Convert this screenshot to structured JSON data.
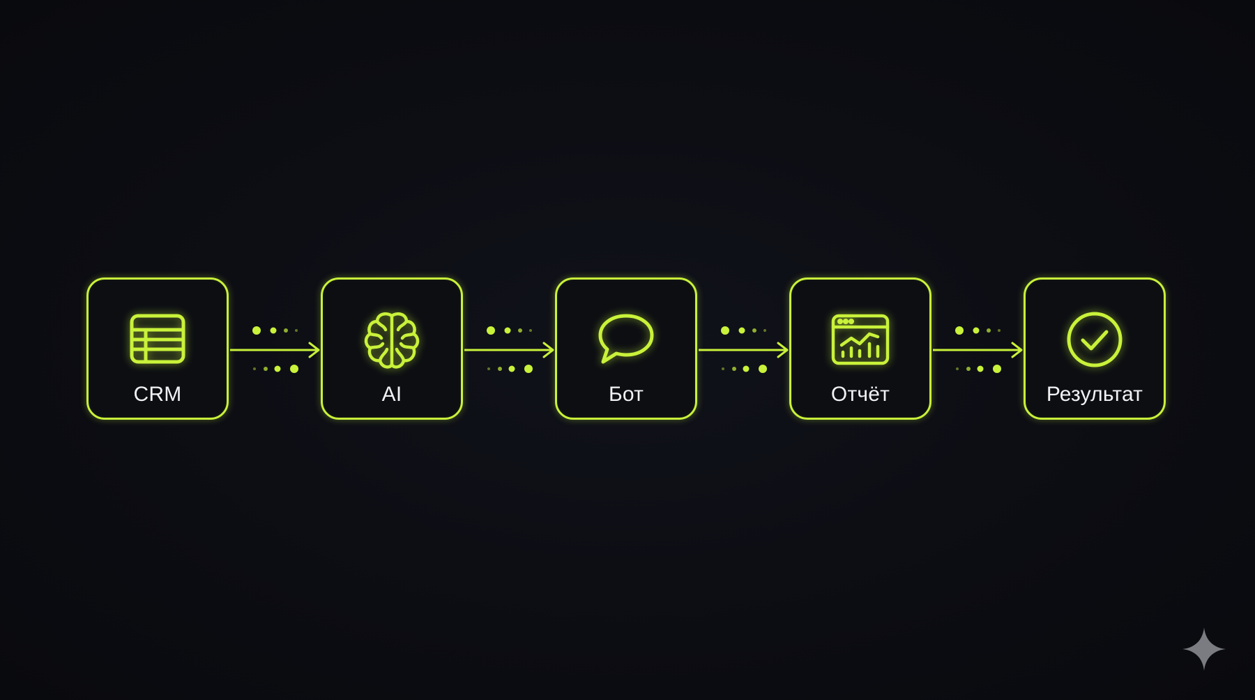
{
  "diagram": {
    "accent_color": "#c9f23a",
    "nodes": [
      {
        "label": "CRM",
        "icon": "table-icon"
      },
      {
        "label": "AI",
        "icon": "brain-icon"
      },
      {
        "label": "Бот",
        "icon": "chat-bubble-icon"
      },
      {
        "label": "Отчёт",
        "icon": "report-chart-icon"
      },
      {
        "label": "Результат",
        "icon": "check-circle-icon"
      }
    ],
    "connectors": [
      {
        "from": "CRM",
        "to": "AI"
      },
      {
        "from": "AI",
        "to": "Бот"
      },
      {
        "from": "Бот",
        "to": "Отчёт"
      },
      {
        "from": "Отчёт",
        "to": "Результат"
      }
    ]
  },
  "watermark": {
    "icon": "sparkle-icon"
  }
}
